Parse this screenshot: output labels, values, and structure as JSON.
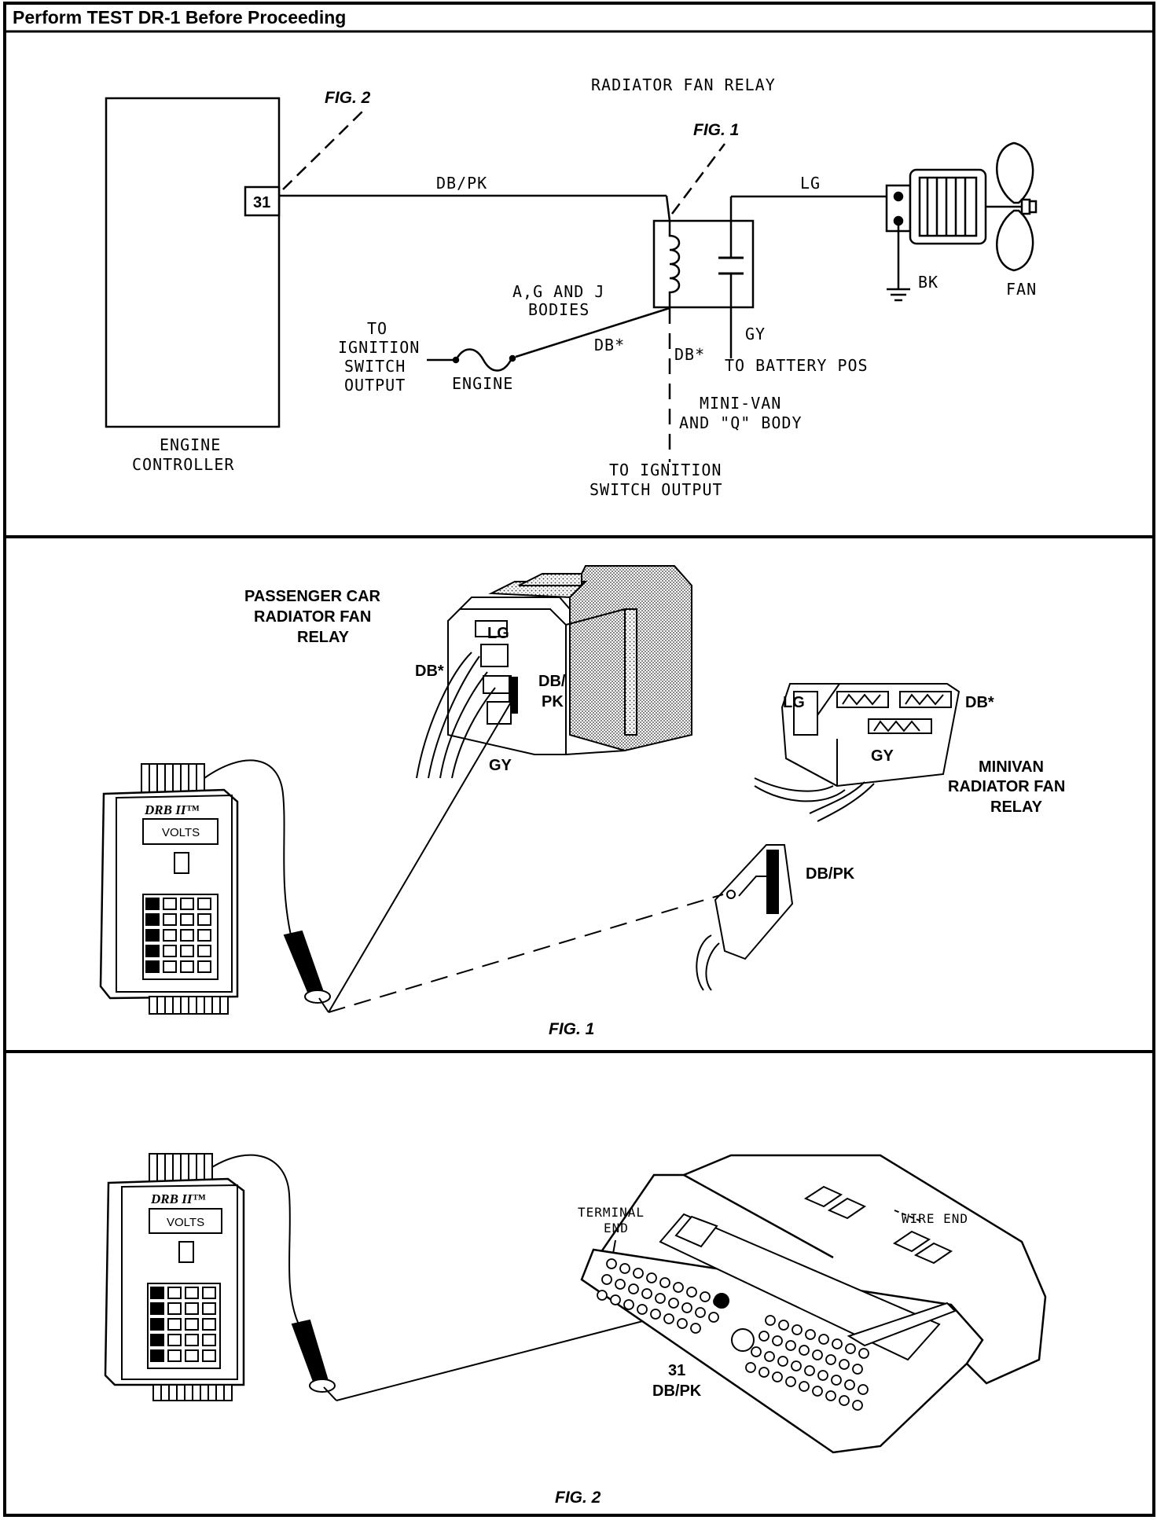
{
  "header": {
    "title": "Perform TEST DR-1 Before Proceeding"
  },
  "schematic": {
    "relay_title": "RADIATOR FAN RELAY",
    "fig2_callout": "FIG. 2",
    "fig1_callout": "FIG. 1",
    "pin_number": "31",
    "wire_db_pk": "DB/PK",
    "wire_lg": "LG",
    "wire_bk": "BK",
    "fan_label": "FAN",
    "wire_gy": "GY",
    "to_battery": "TO BATTERY POS",
    "bodies_label": [
      "A,G AND J",
      "BODIES"
    ],
    "wire_db_left": "DB*",
    "wire_db_right": "DB*",
    "to_ignition_left": [
      "TO",
      "IGNITION",
      "SWITCH",
      "OUTPUT"
    ],
    "engine_label": "ENGINE",
    "minivan_label": [
      "MINI-VAN",
      "AND \"Q\" BODY"
    ],
    "controller_label": [
      "ENGINE",
      "CONTROLLER"
    ],
    "to_ignition_bottom": [
      "TO IGNITION",
      "SWITCH OUTPUT"
    ]
  },
  "fig1": {
    "passenger_label": [
      "PASSENGER CAR",
      "RADIATOR FAN",
      "RELAY"
    ],
    "relay_lg": "LG",
    "relay_db": "DB*",
    "relay_dbpk": [
      "DB/",
      "PK"
    ],
    "relay_gy": "GY",
    "minivan_lg": "LG",
    "minivan_db": "DB*",
    "minivan_gy": "GY",
    "minivan_label": [
      "MINIVAN",
      "RADIATOR FAN",
      "RELAY"
    ],
    "connector_dbpk": "DB/PK",
    "tester_brand": "DRB II™",
    "tester_display": "VOLTS",
    "caption": "FIG. 1"
  },
  "fig2": {
    "terminal_end": [
      "TERMINAL",
      "END"
    ],
    "wire_end": "WIRE END",
    "pin_label": [
      "31",
      "DB/PK"
    ],
    "tester_brand": "DRB II™",
    "tester_display": "VOLTS",
    "caption": "FIG. 2"
  }
}
